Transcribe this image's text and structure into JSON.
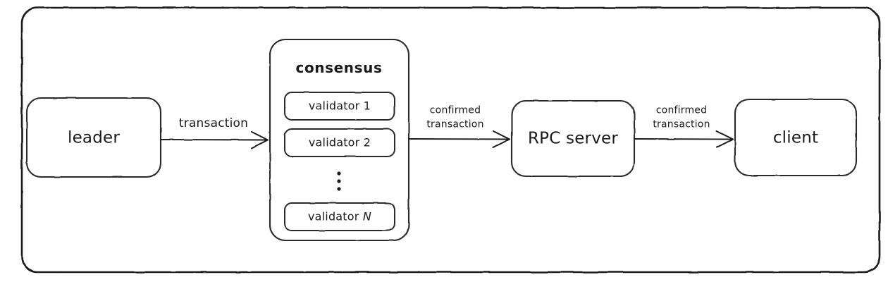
{
  "diagram": {
    "title": "solana transaction flow",
    "style": "hand-drawn sketch",
    "stroke_color": "#1a1a1a",
    "fill_color": "#ffffff",
    "background": "#ffffff"
  },
  "frame": {
    "name": "outer-frame"
  },
  "nodes": {
    "leader": {
      "label": "leader"
    },
    "consensus": {
      "title": "consensus"
    },
    "validator_1": {
      "label": "validator 1"
    },
    "validator_2": {
      "label": "validator 2"
    },
    "ellipsis": {
      "label": "⋮"
    },
    "validator_n": {
      "label_prefix": "validator ",
      "label_italic": "N"
    },
    "rpc_server": {
      "label": "RPC server"
    },
    "client": {
      "label": "client"
    }
  },
  "edges": {
    "leader_to_consensus": {
      "label": "transaction"
    },
    "consensus_to_rpc": {
      "line1": "confirmed",
      "line2": "transaction"
    },
    "rpc_to_client": {
      "line1": "confirmed",
      "line2": "transaction"
    }
  }
}
